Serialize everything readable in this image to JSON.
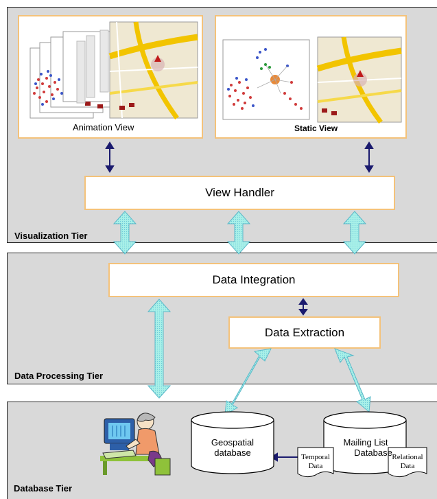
{
  "tiers": {
    "visualization": "Visualization Tier",
    "data_processing": "Data Processing Tier",
    "database": "Database Tier"
  },
  "views": {
    "animation": "Animation View",
    "static": "Static View"
  },
  "components": {
    "view_handler": "View Handler",
    "data_integration": "Data Integration",
    "data_extraction": "Data Extraction"
  },
  "databases": {
    "geospatial_line1": "Geospatial",
    "geospatial_line2": "database",
    "mailing_line1": "Mailing List",
    "mailing_line2": "Database"
  },
  "documents": {
    "temporal_line1": "Temporal",
    "temporal_line2": "Data",
    "relational_line1": "Relational",
    "relational_line2": "Data"
  },
  "colors": {
    "tier_fill": "#d9d9d9",
    "box_border": "#f4c27a",
    "thick_arrow": "#a8f0e8",
    "thin_arrow": "#1a1a6e"
  }
}
